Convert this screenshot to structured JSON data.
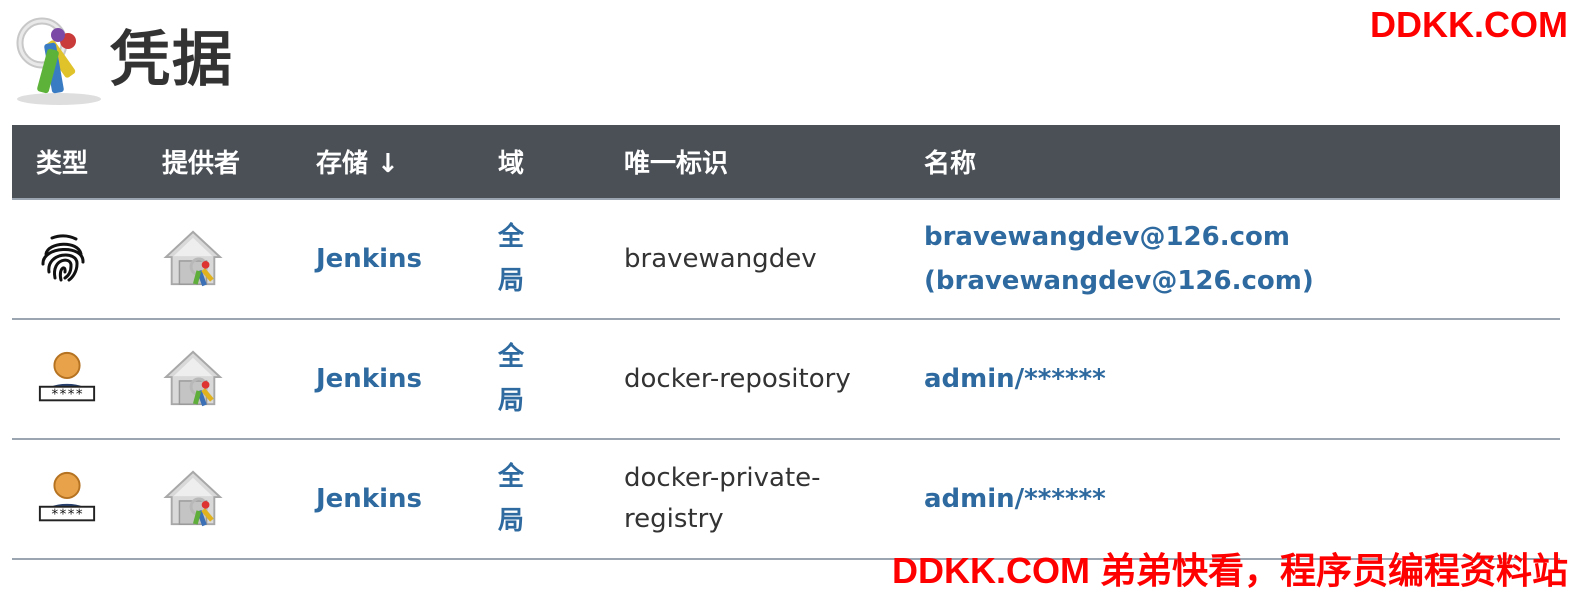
{
  "header": {
    "title": "凭据",
    "icon": "credentials-keys-icon"
  },
  "watermark": {
    "top": "DDKK.COM",
    "bottom": "DDKK.COM 弟弟快看，程序员编程资料站",
    "color": "#ff0000"
  },
  "table": {
    "columns": {
      "type": "类型",
      "provider": "提供者",
      "store": "存储 ↓",
      "domain": "域",
      "id": "唯一标识",
      "name": "名称"
    },
    "rows": [
      {
        "type_icon": "fingerprint-icon",
        "provider_icon": "jenkins-credentials-store-icon",
        "store": "Jenkins",
        "domain": "全局",
        "id": "bravewangdev",
        "name": "bravewangdev@126.com (bravewangdev@126.com)"
      },
      {
        "type_icon": "user-password-icon",
        "provider_icon": "jenkins-credentials-store-icon",
        "store": "Jenkins",
        "domain": "全局",
        "id": "docker-repository",
        "name": "admin/******"
      },
      {
        "type_icon": "user-password-icon",
        "provider_icon": "jenkins-credentials-store-icon",
        "store": "Jenkins",
        "domain": "全局",
        "id": "docker-private-registry",
        "name": "admin/******"
      }
    ]
  },
  "colors": {
    "header_bg": "#4b5056",
    "link": "#2e6a9f",
    "row_border": "#9aa5b1"
  }
}
